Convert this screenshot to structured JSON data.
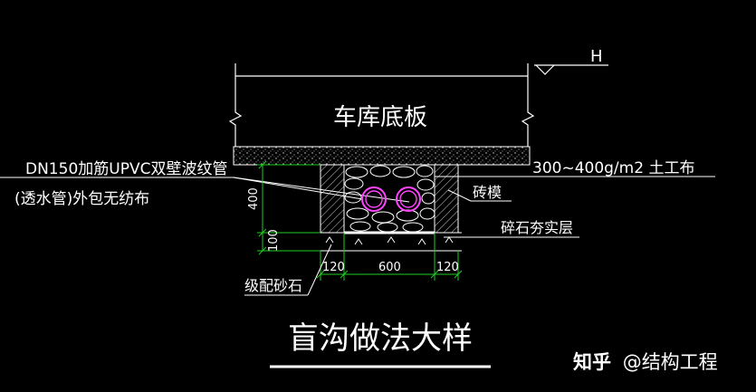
{
  "drawing": {
    "slab_label": "车库底板",
    "elevation_mark": "H",
    "pipe_label": "DN150加筋UPVC双壁波纹管",
    "pipe_sub_label": "(透水管)外包无纺布",
    "geotextile_label": "300~400g/m2 土工布",
    "brick_label": "砖模",
    "gravel_label": "碎石夯实层",
    "base_label": "级配砂石",
    "title": "盲沟做法大样",
    "dims": {
      "depth": "400",
      "base": "100",
      "left_wall": "120",
      "width": "600",
      "right_wall": "120"
    }
  },
  "watermark": {
    "logo": "知乎",
    "handle": "@结构工程"
  },
  "colors": {
    "background": "#000000",
    "line": "#ffffff",
    "dimension": "#22cc22",
    "pipe": "#ff44ff",
    "leader": "#ffffff"
  }
}
